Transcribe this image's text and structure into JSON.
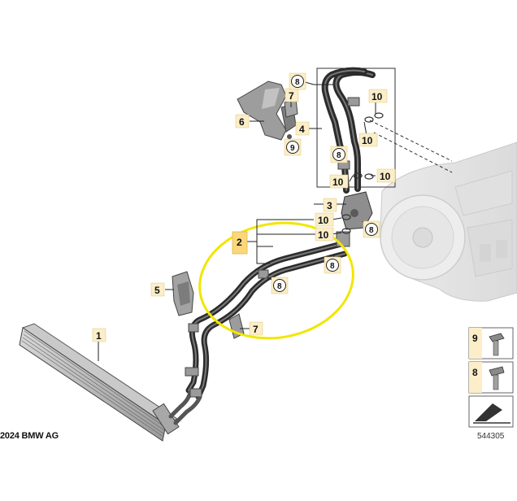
{
  "diagram": {
    "copyright": "2024 BMW AG",
    "doc_number": "544305",
    "parts": {
      "p1": "1",
      "p2": "2",
      "p3": "3",
      "p4": "4",
      "p5": "5",
      "p6": "6",
      "p7a": "7",
      "p7b": "7",
      "p8": "8",
      "p9": "9",
      "p10": "10"
    },
    "legend": {
      "item9": "9",
      "item8": "8"
    },
    "colors": {
      "highlight_ellipse": "#f2e600",
      "callout_box_fill": "#fbeec8",
      "callout_box_border": "#e0c77a",
      "part_grey": "#8a8a8a",
      "hose_dark": "#2b2b2b"
    }
  }
}
